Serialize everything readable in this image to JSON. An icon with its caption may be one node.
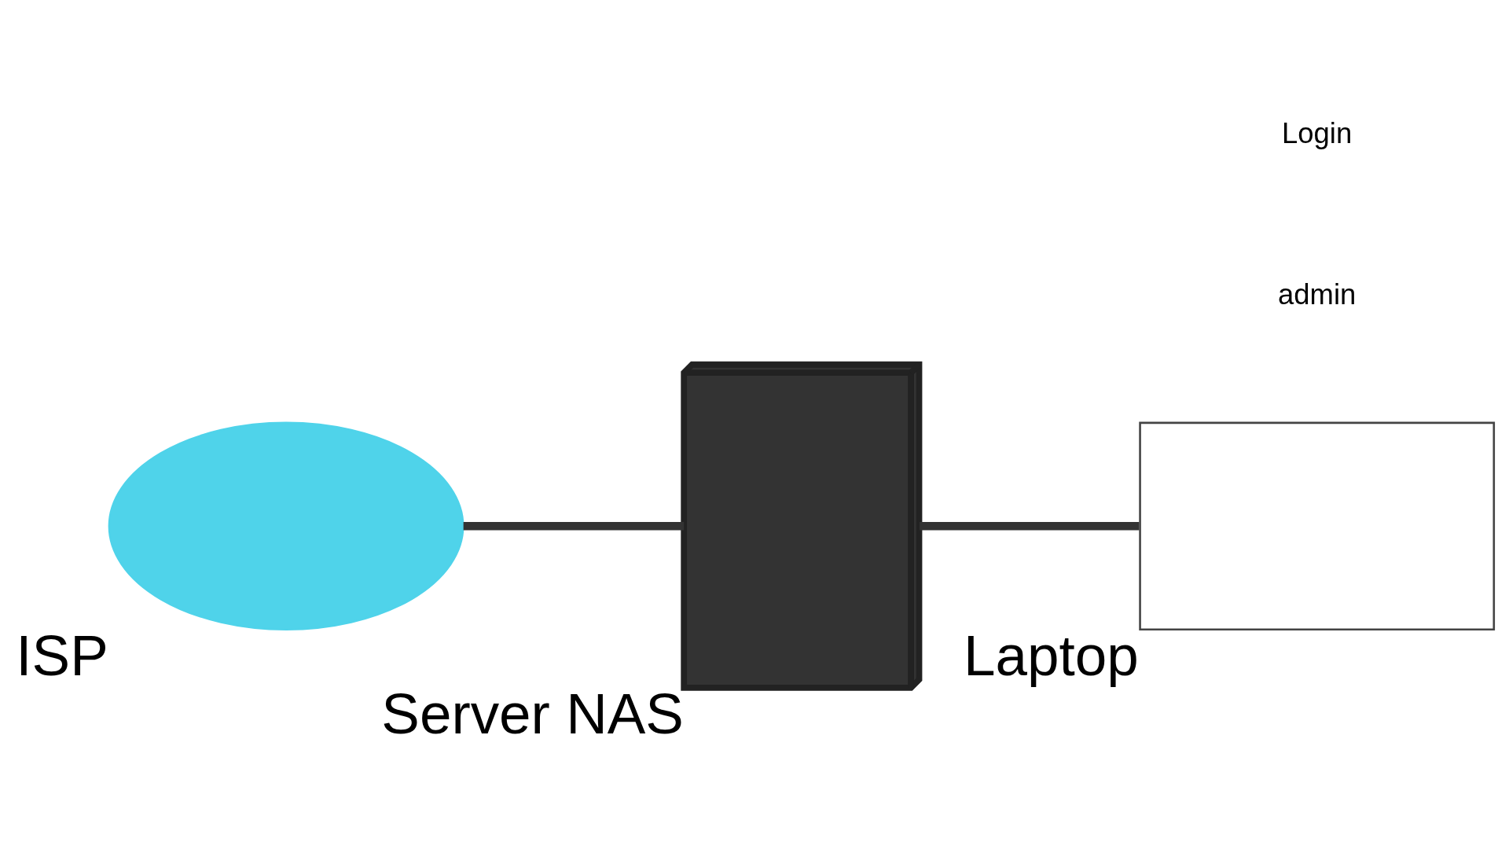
{
  "diagram": {
    "nodes": [
      {
        "text": [],
        "shape": "cloud",
        "beside": [
          "ISP"
        ]
      },
      {
        "text": [],
        "shape": "picture",
        "beside": [
          "Server NAS"
        ]
      },
      {
        "text": [],
        "shape": "box",
        "beside": [
          "Laptop"
        ]
      }
    ],
    "edges": [
      {
        "from": 0,
        "to": 1,
        "arrow": "none"
      },
      {
        "from": 1,
        "to": 2,
        "arrow": "none"
      }
    ],
    "labels": [
      "admin",
      "Login"
    ]
  }
}
